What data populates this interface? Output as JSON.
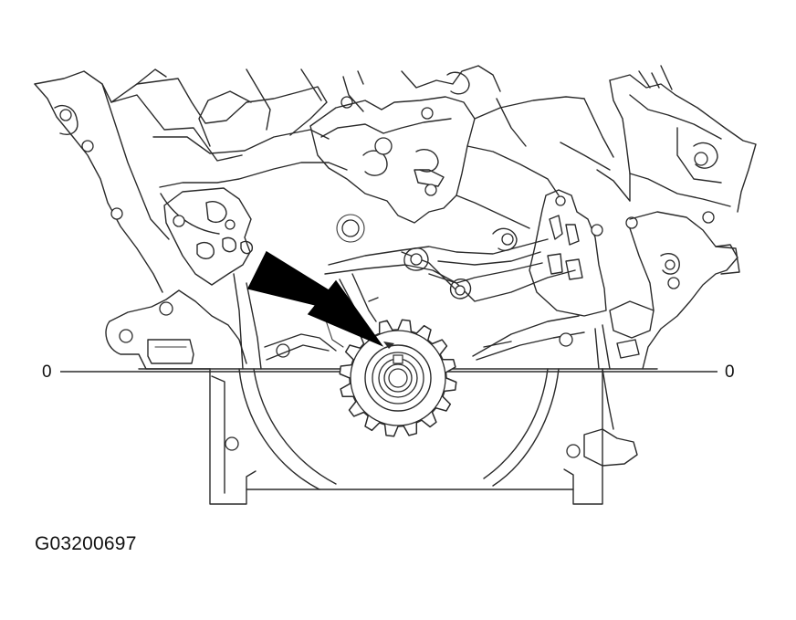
{
  "diagram": {
    "figure_id": "G03200697",
    "timing_line": {
      "left_label": "0",
      "right_label": "0"
    },
    "colors": {
      "line": "#2a2a2a",
      "arrow": "#000000",
      "background": "#ffffff"
    },
    "crank_gear": {
      "teeth": 16
    }
  }
}
